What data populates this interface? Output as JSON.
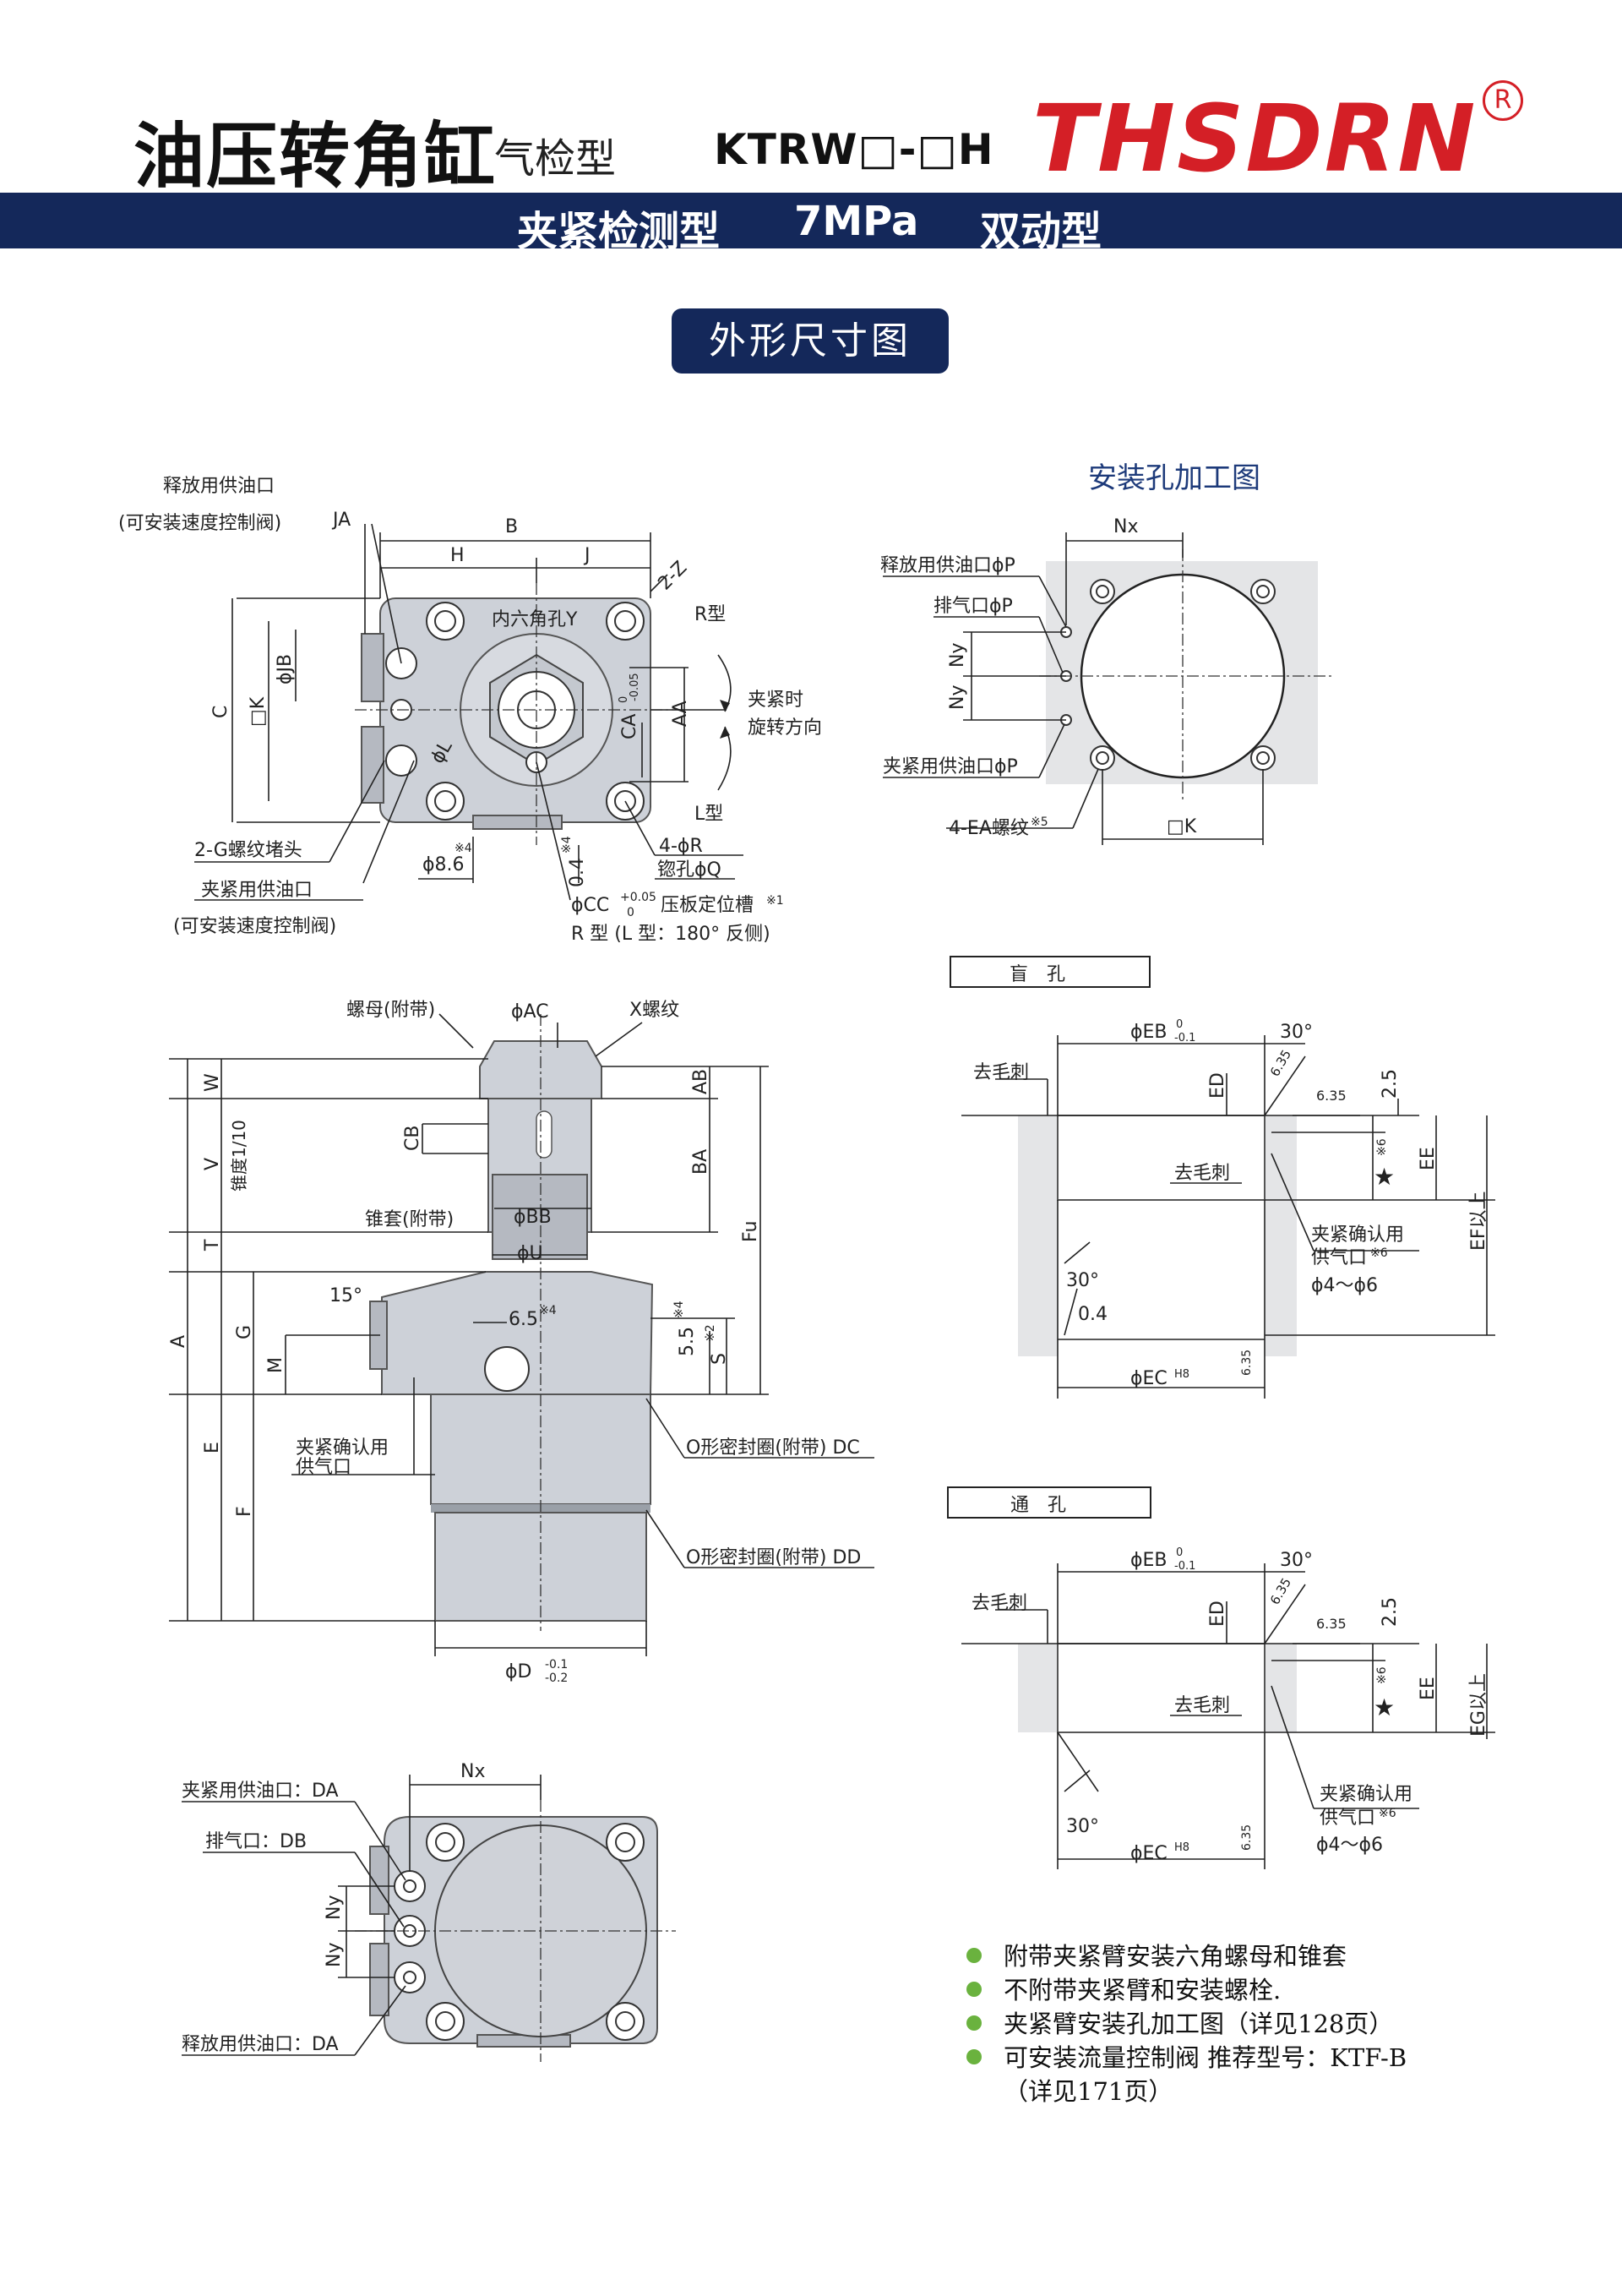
{
  "header": {
    "title": "油压转角缸",
    "subtitle": "气检型",
    "model": "KTRW□-□H",
    "brand": "THSDRN",
    "brand_reg": "R",
    "colors": {
      "brand": "#d41f26",
      "navy": "#14285a",
      "bullet": "#6ab23e"
    }
  },
  "navbar": {
    "item1": "夹紧检测型",
    "item2": "7MPa",
    "item3": "双动型"
  },
  "section_button": "外形尺寸图",
  "top_view": {
    "release_port": "释放用供油口",
    "release_port_note": "(可安装速度控制阀)",
    "JA": "JA",
    "B": "B",
    "H": "H",
    "J": "J",
    "ZZ": "2-Z",
    "hex_hole": "内六角孔Y",
    "R_type": "R型",
    "L_type": "L型",
    "rotation_dir_1": "夹紧时",
    "rotation_dir_2": "旋转方向",
    "C": "C",
    "K": "□K",
    "JB": "ϕJB",
    "AA": "AA",
    "CA": "CA",
    "CA_tol_up": "0",
    "CA_tol_dn": "-0.05",
    "phiL": "ϕL",
    "plug": "2-G螺纹堵头",
    "d86": "ϕ8.6",
    "note4": "※4",
    "d044": "0.4",
    "fourR": "4-ϕR",
    "counterbore": "锪孔ϕQ",
    "clamp_port": "夹紧用供油口",
    "clamp_port_note": "(可安装速度控制阀)",
    "phiCC": "ϕCC",
    "CC_tol_up": "+0.05",
    "CC_tol_dn": "0",
    "groove": "压板定位槽",
    "note1": "※1",
    "groove_note": "R 型 (L 型：180° 反侧)"
  },
  "mount_view": {
    "title": "安装孔加工图",
    "Nx": "Nx",
    "release_port": "释放用供油口ϕP",
    "vent": "排气口ϕP",
    "Ny1": "Ny",
    "Ny2": "Ny",
    "clamp_port": "夹紧用供油口ϕP",
    "screws": "4-EA螺纹",
    "note5": "※5",
    "K": "□K"
  },
  "side_view": {
    "nut": "螺母(附带)",
    "AC": "ϕAC",
    "X": "X螺纹",
    "W": "W",
    "V": "V",
    "T": "T",
    "A": "A",
    "E": "E",
    "F": "F",
    "G": "G",
    "M": "M",
    "taper": "锥度1/10",
    "CB": "CB",
    "AB": "AB",
    "BA": "BA",
    "Fu": "Fu",
    "sleeve": "锥套(附带)",
    "BB": "ϕBB",
    "U": "ϕU",
    "angle15": "15°",
    "d65": "6.5",
    "note4": "※4",
    "d55": "5.5",
    "S": "S",
    "note2": "※2",
    "air_port_1": "夹紧确认用",
    "air_port_2": "供气口",
    "oring_dc": "O形密封圈(附带) DC",
    "oring_dd": "O形密封圈(附带) DD",
    "D": "ϕD",
    "D_tol_up": "-0.1",
    "D_tol_dn": "-0.2"
  },
  "blind_hole": {
    "title": "盲　孔",
    "EB": "ϕEB",
    "EB_tol_up": "0",
    "EB_tol_dn": "-0.1",
    "angle30": "30°",
    "r635": "6.35",
    "deburr": "去毛刺",
    "ED": "ED",
    "v25": "2.5",
    "v635": "6.35",
    "note6": "※6",
    "star": "★",
    "EE": "EE",
    "EF": "EF以上",
    "deburr2": "去毛刺",
    "air_1": "夹紧确认用",
    "air_2": "供气口",
    "air_note": "※6",
    "air_dia": "ϕ4～ϕ6",
    "angle30b": "30°",
    "v04": "0.4",
    "EC": "ϕEC",
    "EC_fit": "H8",
    "r635b": "6.35"
  },
  "through_hole": {
    "title": "通　孔",
    "EB": "ϕEB",
    "EB_tol_up": "0",
    "EB_tol_dn": "-0.1",
    "angle30": "30°",
    "r635": "6.35",
    "deburr": "去毛刺",
    "ED": "ED",
    "v25": "2.5",
    "v635": "6.35",
    "note6": "※6",
    "star": "★",
    "EE": "EE",
    "EG": "EG以上",
    "deburr2": "去毛刺",
    "air_1": "夹紧确认用",
    "air_2": "供气口",
    "air_note": "※6",
    "air_dia": "ϕ4～ϕ6",
    "angle30b": "30°",
    "EC": "ϕEC",
    "EC_fit": "H8",
    "r635b": "6.35"
  },
  "bottom_view": {
    "clamp_port": "夹紧用供油口：DA",
    "vent": "排气口：DB",
    "release_port": "释放用供油口：DA",
    "Nx": "Nx",
    "Ny1": "Ny",
    "Ny2": "Ny"
  },
  "notes": [
    "附带夹紧臂安装六角螺母和锥套",
    "不附带夹紧臂和安装螺栓.",
    "夹紧臂安装孔加工图（详见128页）",
    "可安装流量控制阀 推荐型号：KTF-B"
  ],
  "notes_sub": "（详见171页）"
}
